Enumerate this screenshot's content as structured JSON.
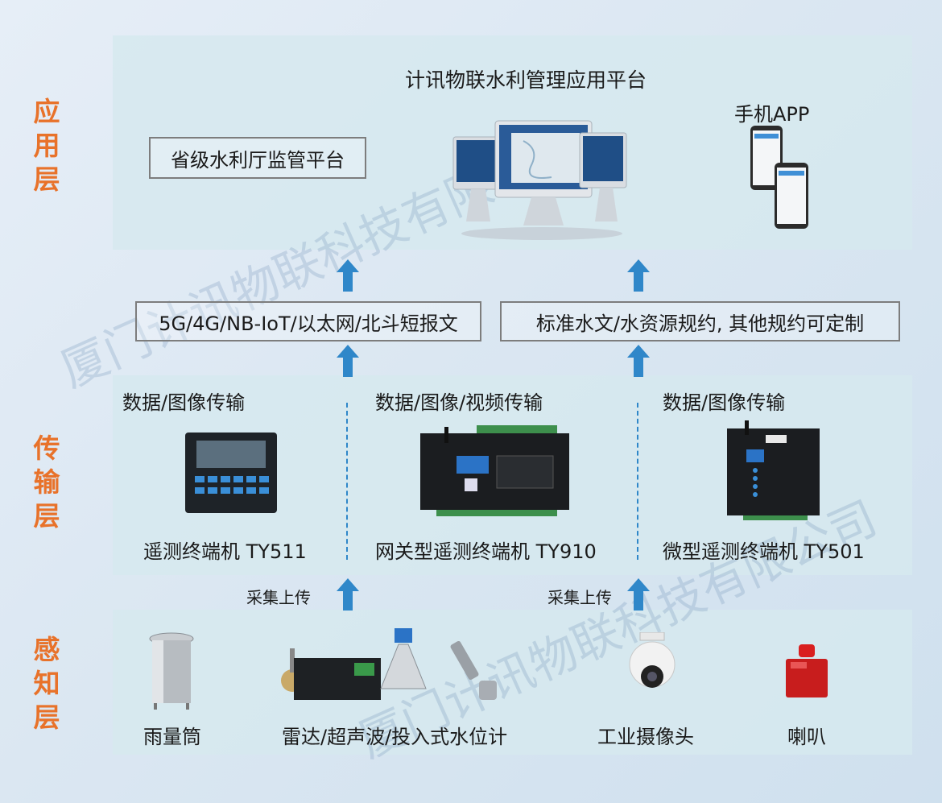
{
  "layers": {
    "application": "应用层",
    "transport": "传输层",
    "perception": "感知层"
  },
  "application": {
    "platform_title": "计讯物联水利管理应用平台",
    "provincial_box": "省级水利厅监管平台",
    "app_label": "手机APP"
  },
  "middle": {
    "network_box": "5G/4G/NB-IoT/以太网/北斗短报文",
    "protocol_box": "标准水文/水资源规约, 其他规约可定制"
  },
  "transport": {
    "col1_title": "数据/图像传输",
    "col2_title": "数据/图像/视频传输",
    "col3_title": "数据/图像传输",
    "dev1_label": "遥测终端机 TY511",
    "dev2_label": "网关型遥测终端机 TY910",
    "dev3_label": "微型遥测终端机 TY501"
  },
  "upload": {
    "left": "采集上传",
    "right": "采集上传"
  },
  "perception": {
    "rain": "雨量筒",
    "level": "雷达/超声波/投入式水位计",
    "camera": "工业摄像头",
    "horn": "喇叭"
  },
  "watermark": "厦门计讯物联科技有限公司",
  "colors": {
    "layer_label": "#e8722a",
    "arrow": "#2f87c9",
    "panel": "#d6e9ee"
  }
}
